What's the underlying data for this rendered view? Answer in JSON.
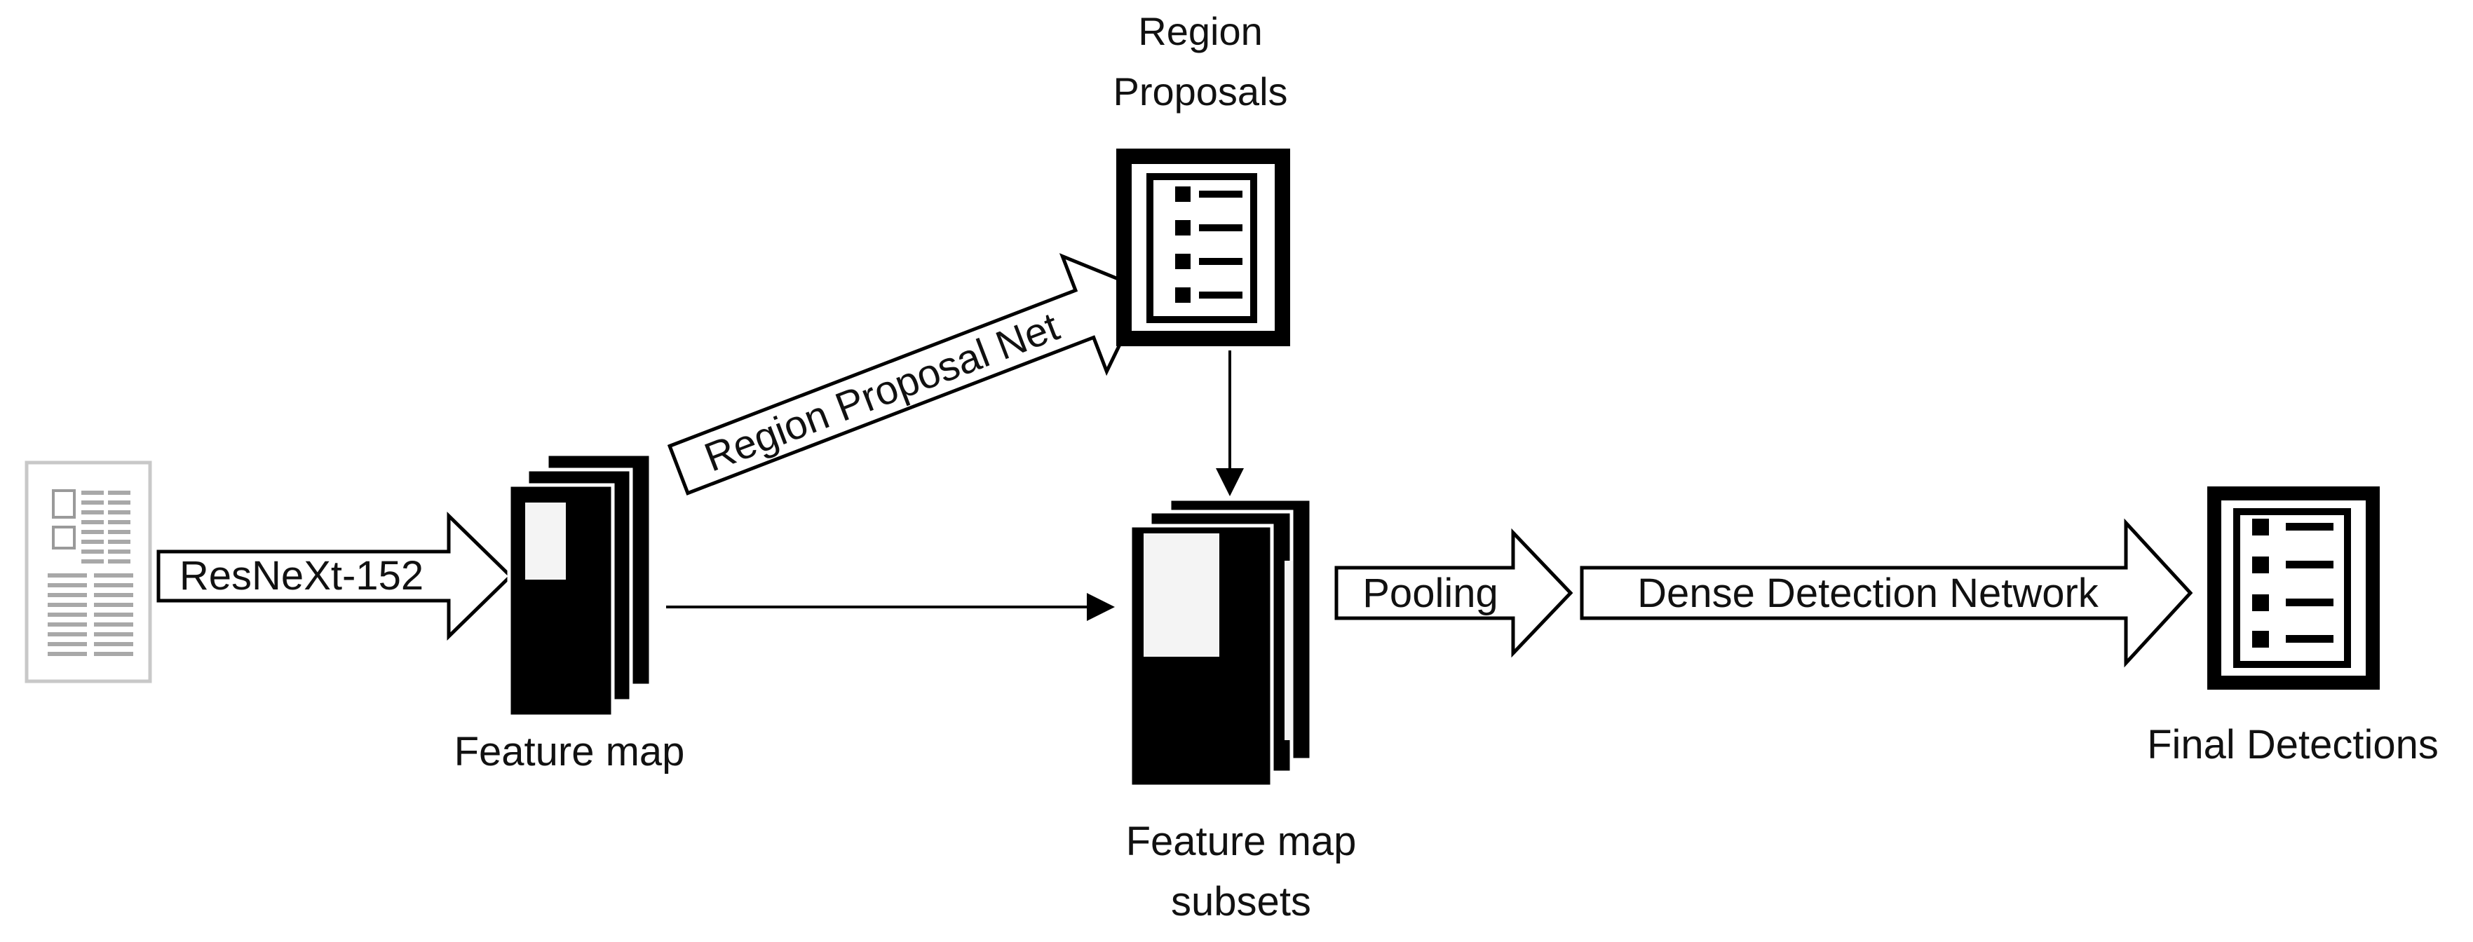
{
  "labels": {
    "backbone_arrow": "ResNeXt-152",
    "feature_map": "Feature map",
    "region_proposal_net_arrow": "Region Proposal Net",
    "region_proposals_line1": "Region",
    "region_proposals_line2": "Proposals",
    "feature_map_subsets_line1": "Feature map",
    "feature_map_subsets_line2": "subsets",
    "pooling_arrow": "Pooling",
    "dense_detection_arrow": "Dense Detection Network",
    "final_detections": "Final Detections"
  },
  "colors": {
    "ink": "#000000",
    "paper": "#ffffff",
    "patch": "#f4f4f4",
    "page_border": "#c8c8c8",
    "page_text": "#9a9a9a"
  },
  "icons": {
    "input": "document-page-icon",
    "feature_map": "stacked-feature-map-icon",
    "region_proposals": "list-document-icon",
    "feature_map_subsets": "stacked-feature-map-icon",
    "final_detections": "list-document-icon"
  }
}
